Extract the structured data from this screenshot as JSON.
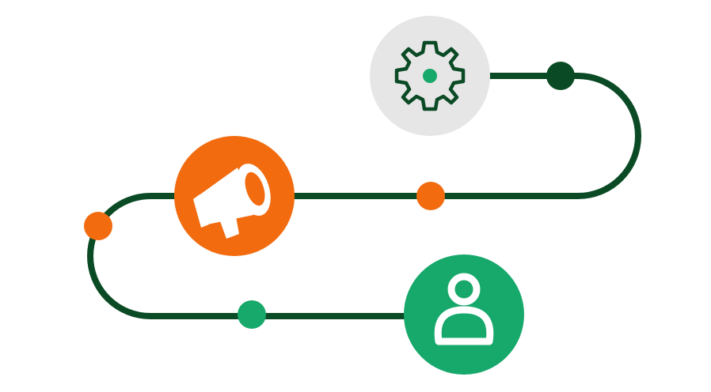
{
  "colors": {
    "path": "#0a4a24",
    "orange": "#f26b0f",
    "green": "#17a86b",
    "gray": "#e6e6e6",
    "white": "#ffffff"
  },
  "nodes": [
    {
      "id": "settings",
      "icon": "gear-icon"
    },
    {
      "id": "marketing",
      "icon": "megaphone-icon"
    },
    {
      "id": "user",
      "icon": "user-icon"
    }
  ],
  "markers": [
    {
      "id": "marker-top-right",
      "color": "path"
    },
    {
      "id": "marker-middle",
      "color": "orange"
    },
    {
      "id": "marker-left",
      "color": "orange"
    },
    {
      "id": "marker-bottom",
      "color": "green"
    }
  ]
}
